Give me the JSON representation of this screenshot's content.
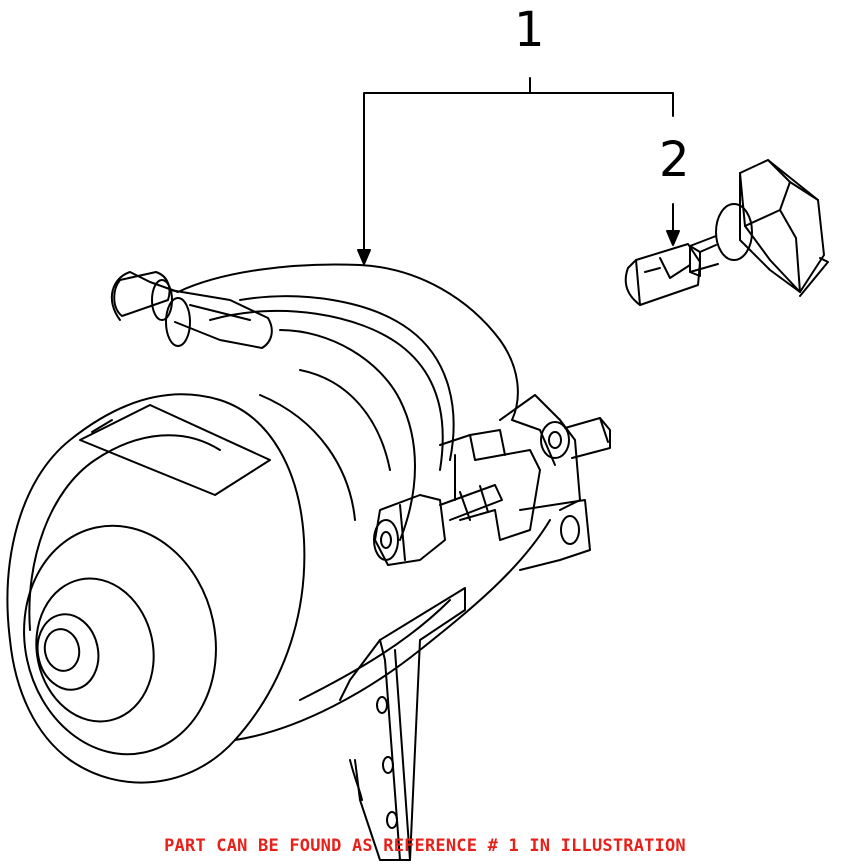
{
  "callouts": {
    "ref1": "1",
    "ref2": "2"
  },
  "caption": {
    "text": "PART CAN BE FOUND AS REFERENCE # 1 IN ILLUSTRATION",
    "color": "#e8201a"
  },
  "line_color": "#000000"
}
